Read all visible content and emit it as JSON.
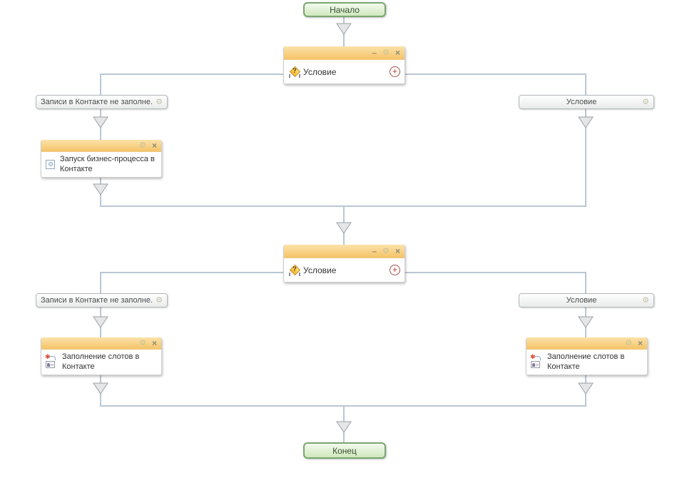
{
  "icons": {
    "minimize": "–",
    "gear": "⚙",
    "close": "×",
    "add": "+",
    "question": "?",
    "asterisk": "✱"
  },
  "nodes": {
    "start": {
      "label": "Начало"
    },
    "condition_top": {
      "title": "Условие"
    },
    "branch_top_left": {
      "label": "Записи в Контакте не заполне..."
    },
    "branch_top_right": {
      "label": "Условие"
    },
    "action_run_bp": {
      "label": "Запуск бизнес-процесса в Контакте"
    },
    "condition_bottom": {
      "title": "Условие"
    },
    "branch_bottom_left": {
      "label": "Записи в Контакте не заполне..."
    },
    "branch_bottom_right": {
      "label": "Условие"
    },
    "action_fill_slots_left": {
      "label": "Заполнение слотов в Контакте"
    },
    "action_fill_slots_right": {
      "label": "Заполнение слотов в Контакте"
    },
    "end": {
      "label": "Конец"
    }
  },
  "colors": {
    "connector": "#b9c7d4",
    "block_header": "#f5c468",
    "terminal_border": "#7aa571",
    "add_accent": "#ad3f35"
  }
}
